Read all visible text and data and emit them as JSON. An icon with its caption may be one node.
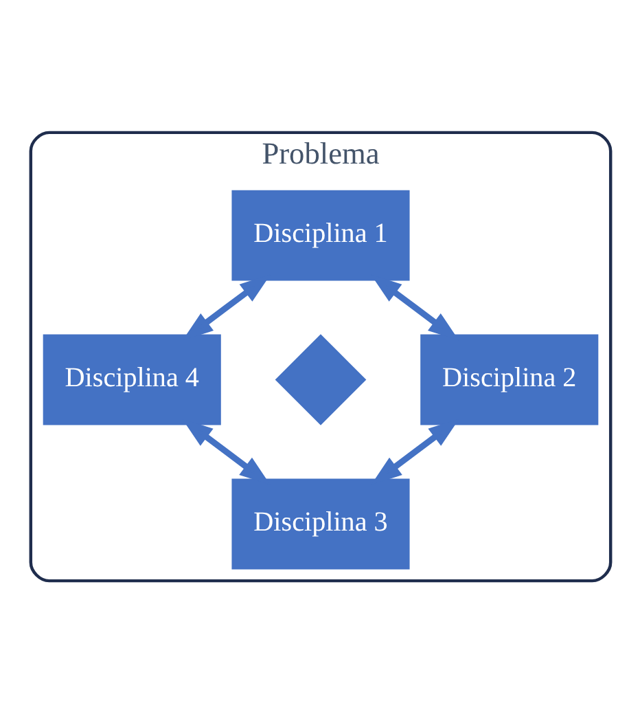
{
  "diagram": {
    "nodes": [
      {
        "text": [
          "Problema"
        ]
      },
      {
        "text": [
          "Disciplina 1"
        ],
        "in": 0
      },
      {
        "text": [
          "Disciplina 4"
        ],
        "in": 0
      },
      {
        "text": [],
        "shape": "diamond",
        "in": 0
      },
      {
        "text": [
          "Disciplina 2"
        ],
        "in": 0
      },
      {
        "text": [
          "Disciplina 3"
        ],
        "in": 0
      }
    ],
    "edges": [
      {
        "from": 1,
        "to": 2,
        "arrow": "both"
      },
      {
        "from": 1,
        "to": 4,
        "arrow": "both"
      },
      {
        "from": 4,
        "to": 5,
        "arrow": "both"
      },
      {
        "from": 2,
        "to": 5,
        "arrow": "both"
      }
    ]
  }
}
